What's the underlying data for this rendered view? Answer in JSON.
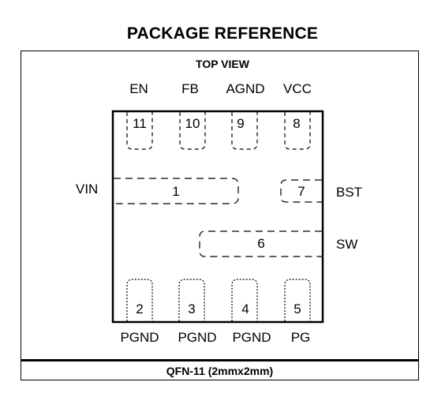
{
  "title": "PACKAGE REFERENCE",
  "view_label": "TOP VIEW",
  "package_name": "QFN-11 (2mmx2mm)",
  "top_pins": [
    {
      "number": "11",
      "name": "EN"
    },
    {
      "number": "10",
      "name": "FB"
    },
    {
      "number": "9",
      "name": "AGND"
    },
    {
      "number": "8",
      "name": "VCC"
    }
  ],
  "bottom_pins": [
    {
      "number": "2",
      "name": "PGND"
    },
    {
      "number": "3",
      "name": "PGND"
    },
    {
      "number": "4",
      "name": "PGND"
    },
    {
      "number": "5",
      "name": "PG"
    }
  ],
  "side_pins": [
    {
      "number": "1",
      "name": "VIN"
    },
    {
      "number": "7",
      "name": "BST"
    },
    {
      "number": "6",
      "name": "SW"
    }
  ]
}
